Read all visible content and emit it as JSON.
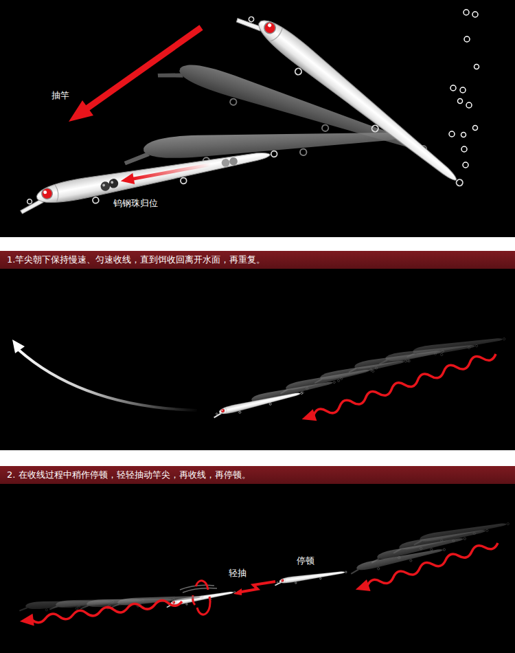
{
  "diagram": {
    "nodes": [
      {
        "text": [
          "1.竿尖朝下保持慢速、匀速收线，直到饵收回离开水面，再重复。"
        ]
      },
      {
        "text": [
          "2. 在收线过程中稍作停顿，轻轻抽动竿尖，再收线，再停顿。"
        ]
      }
    ],
    "labels": [
      "抽竿",
      "钨钢珠归位",
      "轻抽",
      "停顿"
    ]
  }
}
